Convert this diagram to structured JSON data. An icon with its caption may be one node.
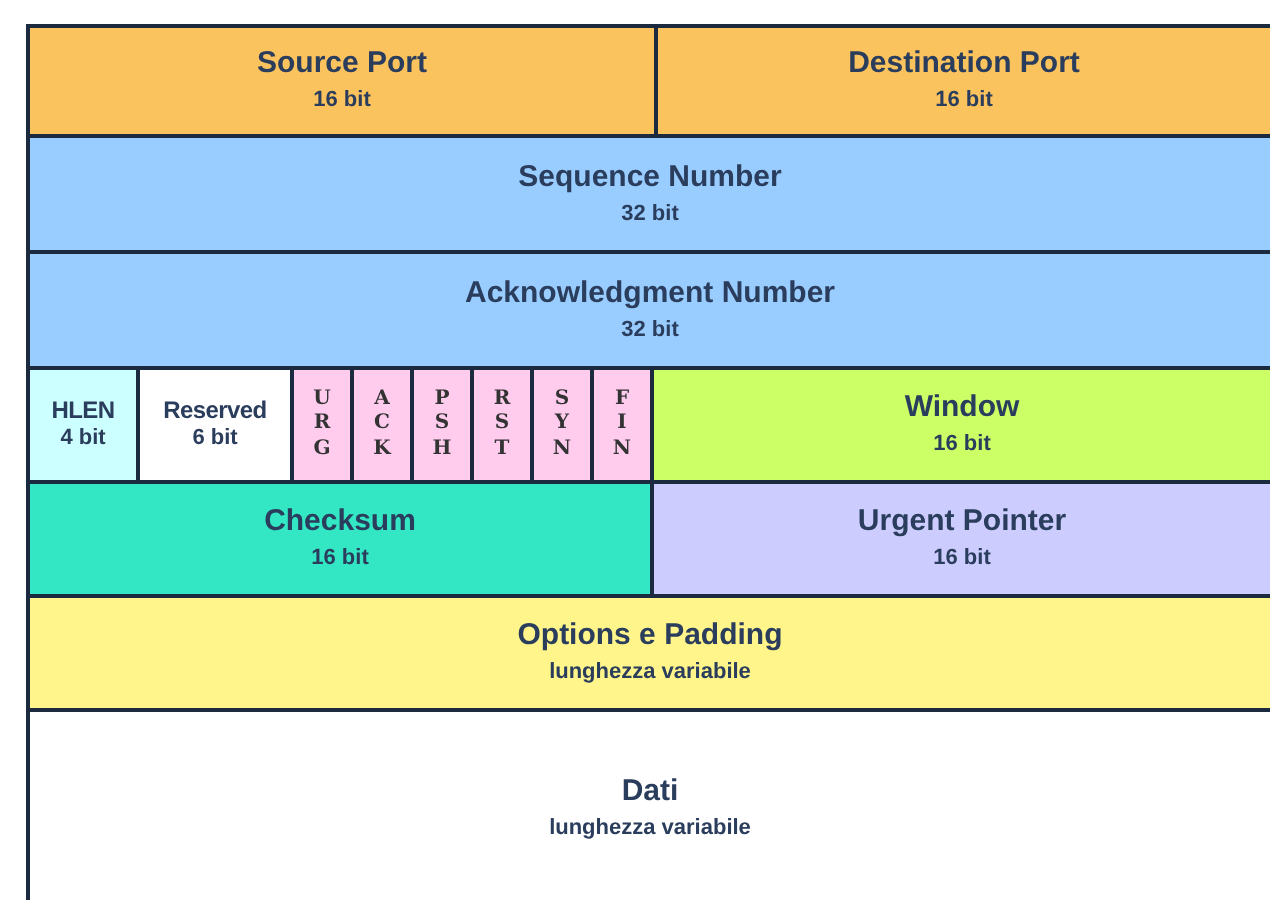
{
  "diagram": {
    "nodes": [
      {
        "text": [
          "Source Port",
          "16 bit"
        ]
      },
      {
        "text": [
          "Destination Port",
          "16 bit"
        ]
      },
      {
        "text": [
          "Sequence Number",
          "32 bit"
        ]
      },
      {
        "text": [
          "Acknowledgment Number",
          "32 bit"
        ]
      },
      {
        "text": [
          "HLEN",
          "4 bit"
        ]
      },
      {
        "text": [
          "Reserved",
          "6 bit"
        ]
      },
      {
        "text": [
          "URG"
        ]
      },
      {
        "text": [
          "ACK"
        ]
      },
      {
        "text": [
          "PSH"
        ]
      },
      {
        "text": [
          "RST"
        ]
      },
      {
        "text": [
          "SYN"
        ]
      },
      {
        "text": [
          "FIN"
        ]
      },
      {
        "text": [
          "Window",
          "16 bit"
        ]
      },
      {
        "text": [
          "Checksum",
          "16 bit"
        ]
      },
      {
        "text": [
          "Urgent Pointer",
          "16 bit"
        ]
      },
      {
        "text": [
          "Options e Padding",
          "lunghezza variabile"
        ]
      },
      {
        "text": [
          "Dati",
          "lunghezza variabile"
        ]
      }
    ]
  }
}
